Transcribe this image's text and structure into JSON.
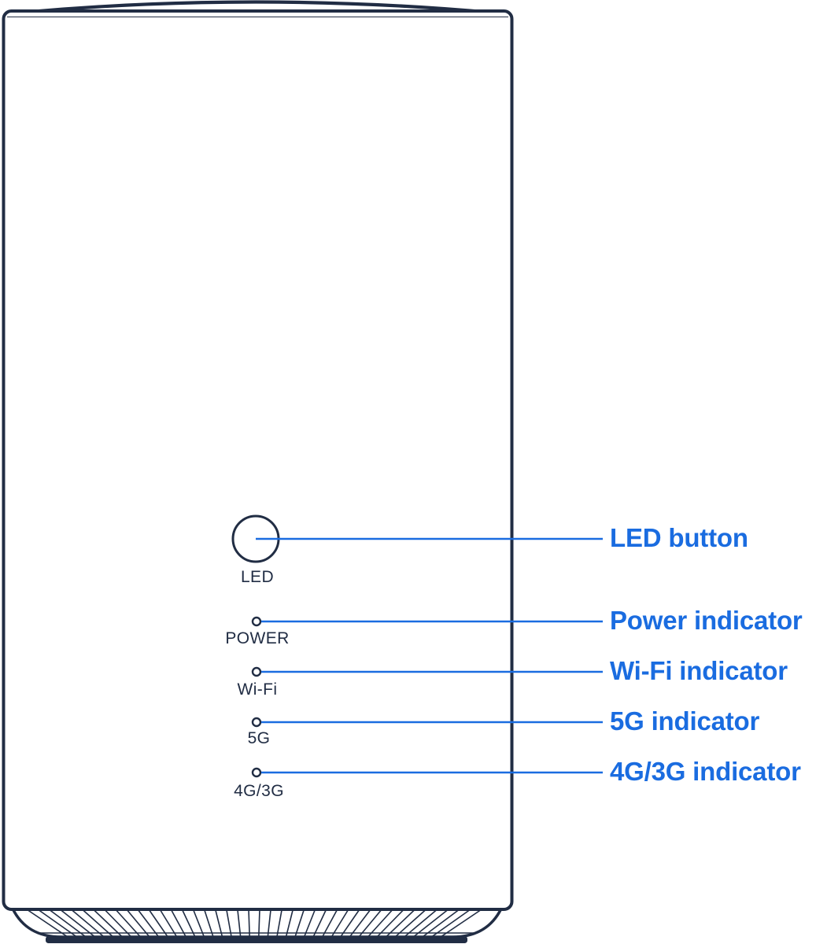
{
  "colors": {
    "outline": "#212d44",
    "accent": "#1a6ce0"
  },
  "device": {
    "led_label": "LED",
    "indicator_labels": [
      "POWER",
      "Wi-Fi",
      "5G",
      "4G/3G"
    ]
  },
  "callouts": [
    "LED button",
    "Power indicator",
    "Wi-Fi indicator",
    "5G indicator",
    "4G/3G indicator"
  ]
}
